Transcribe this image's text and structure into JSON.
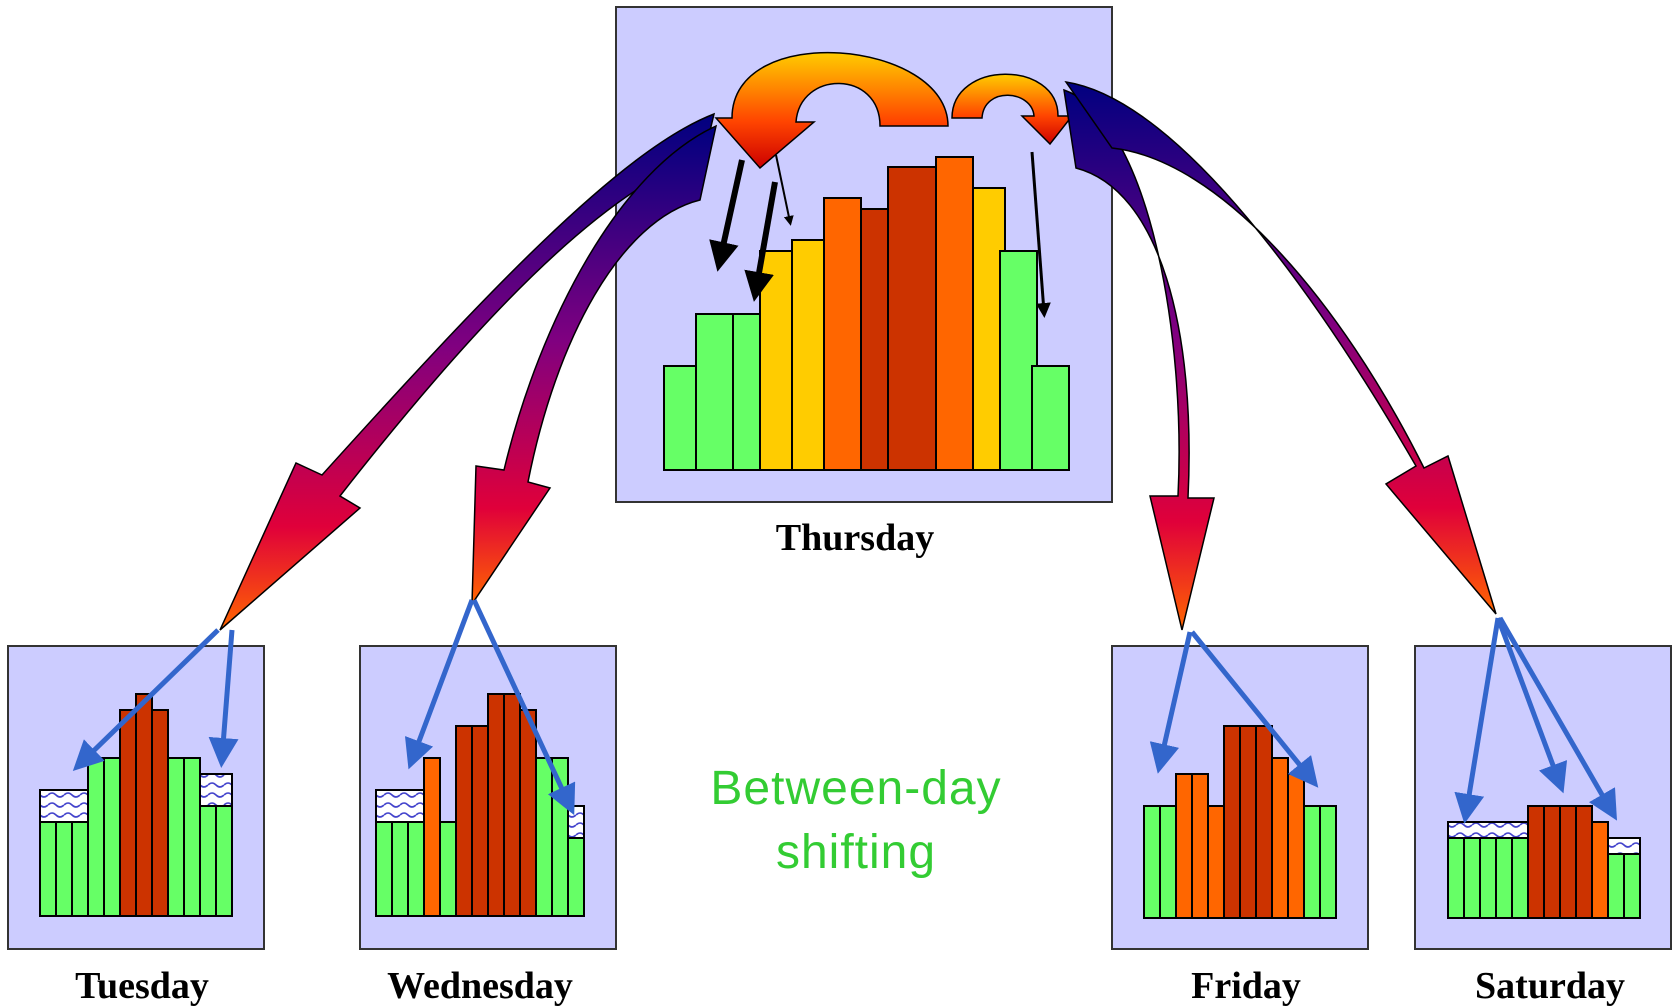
{
  "caption": {
    "line1": "Between-day",
    "line2": "shifting"
  },
  "days": {
    "thursday": {
      "label": "Thursday"
    },
    "tuesday": {
      "label": "Tuesday"
    },
    "wednesday": {
      "label": "Wednesday"
    },
    "friday": {
      "label": "Friday"
    },
    "saturday": {
      "label": "Saturday"
    }
  },
  "colors": {
    "panel_fill": "#ccccff",
    "green": "#66ff66",
    "yellow": "#ffcc00",
    "orange": "#ff6600",
    "dark_red": "#cc3300",
    "shift_arrow": "#3366cc",
    "caption": "#33cc33"
  }
}
